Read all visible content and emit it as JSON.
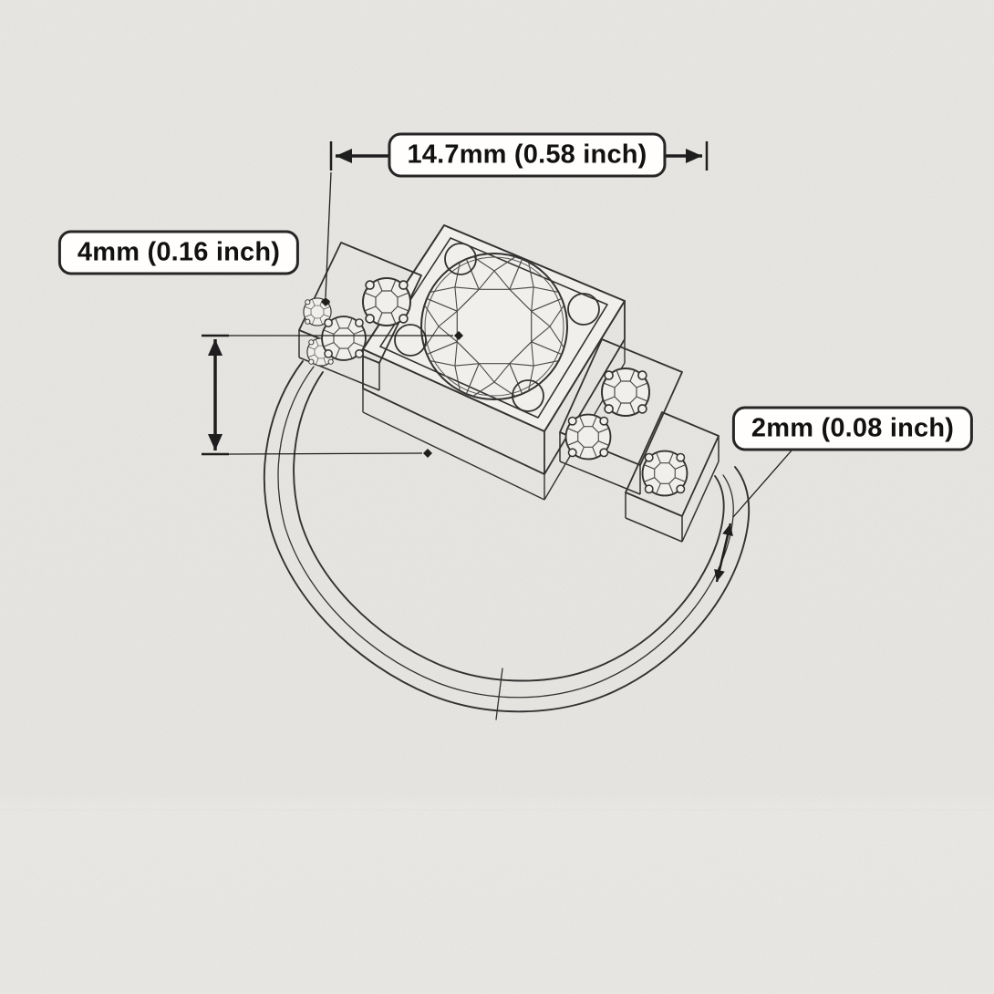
{
  "diagram": {
    "title": "ring-technical-drawing",
    "dimensions": {
      "width": {
        "label": "14.7mm (0.58 inch)"
      },
      "height": {
        "label": "4mm (0.16 inch)"
      },
      "band": {
        "label": "2mm (0.08 inch)"
      }
    },
    "colors": {
      "paper": "#f1efeb",
      "line": "#323232",
      "dimension": "#1e1e1e",
      "label_background": "#fffefc",
      "label_border": "#262626",
      "label_text": "#111111"
    }
  }
}
